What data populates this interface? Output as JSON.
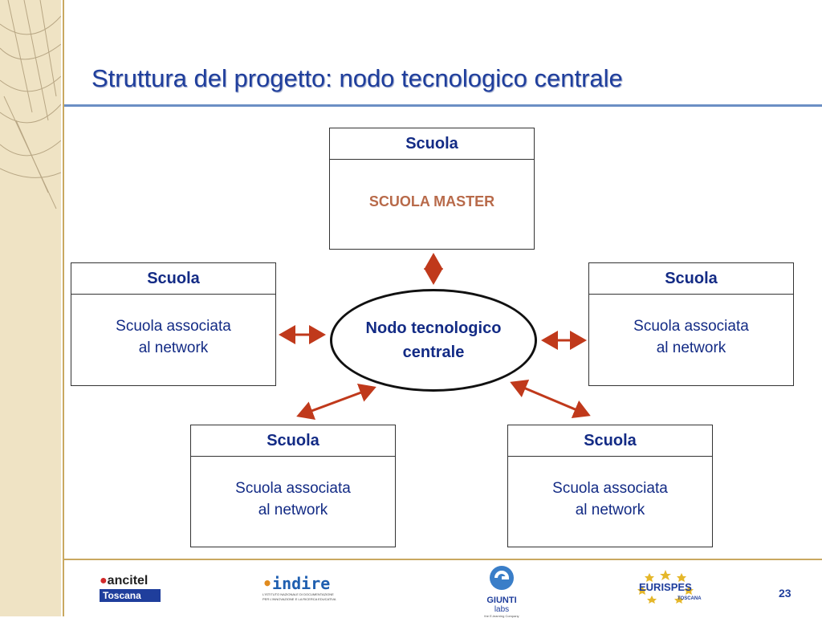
{
  "title": "Struttura del progetto: nodo tecnologico centrale",
  "master": {
    "header": "Scuola",
    "body": "SCUOLA MASTER"
  },
  "hub": {
    "line1": "Nodo tecnologico",
    "line2": "centrale"
  },
  "schools": [
    {
      "header": "Scuola",
      "line1": "Scuola associata",
      "line2": "al network"
    },
    {
      "header": "Scuola",
      "line1": "Scuola associata",
      "line2": "al network"
    },
    {
      "header": "Scuola",
      "line1": "Scuola associata",
      "line2": "al network"
    },
    {
      "header": "Scuola",
      "line1": "Scuola associata",
      "line2": "al network"
    }
  ],
  "footer": {
    "page_number": "23",
    "logos": {
      "ancitel": {
        "line1": "ancitel",
        "line2": "Toscana"
      },
      "indire": {
        "name": "indire",
        "sub1": "L'ISTITUTO NAZIONALE DI DOCUMENTAZIONE",
        "sub2": "PER L'INNOVAZIONE E LA RICERCA EDUCATIVA"
      },
      "giunti": {
        "name": "GIUNTI",
        "sub": "labs",
        "tag": "the E-learning Company"
      },
      "eurispes": {
        "name": "EURISPES",
        "sub": "TOSCANA"
      }
    }
  },
  "colors": {
    "title": "#1f3e9c",
    "text": "#132b85",
    "master_text": "#b86a4a",
    "arrow": "#c0391b",
    "sidebar": "#efe3c4"
  }
}
